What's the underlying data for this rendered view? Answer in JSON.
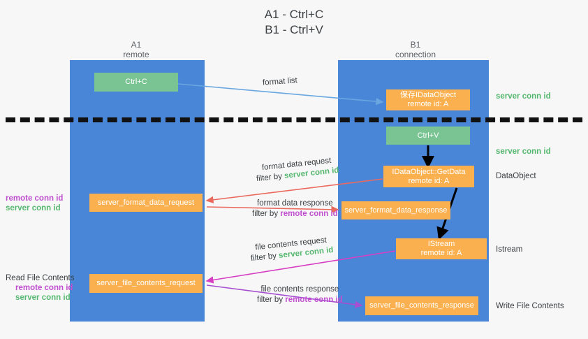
{
  "title": {
    "line1": "A1 - Ctrl+C",
    "line2": "B1 - Ctrl+V"
  },
  "columns": [
    {
      "id": "a1",
      "name": "A1",
      "role": "remote"
    },
    {
      "id": "b1",
      "name": "B1",
      "role": "connection"
    }
  ],
  "boxes": {
    "ctrl_c": "Ctrl+C",
    "ctrl_v": "Ctrl+V",
    "save_idataobject_line1": "保存IDataObject",
    "save_idataobject_line2": "remote id: A",
    "getdata_line1": "IDataObject::GetData",
    "getdata_line2": "remote id: A",
    "istream_line1": "IStream",
    "istream_line2": "remote id: A",
    "server_format_data_request": "server_format_data_request",
    "server_format_data_response": "server_format_data_response",
    "server_file_contents_request": "server_file_contents_request",
    "server_file_contents_response": "server_file_contents_response"
  },
  "edges": {
    "format_list": "format list",
    "format_data_request": "format data request",
    "format_data_response": "format data response",
    "file_contents_request": "file contents request",
    "file_contents_response": "file contents response",
    "filter_by": "filter by",
    "server_conn_id": "server conn id",
    "remote_conn_id": "remote conn id"
  },
  "annotations_right": {
    "server_conn_id_top": "server conn id",
    "server_conn_id_mid": "server conn id",
    "dataobject": "DataObject",
    "istream": "Istream",
    "write_file_contents": "Write File Contents"
  },
  "annotations_left": {
    "remote_conn_id": "remote conn id",
    "server_conn_id": "server conn id",
    "read_file_contents": "Read File Contents"
  },
  "colors": {
    "lane": "#4a86d8",
    "green_box": "#79c492",
    "orange_box": "#fbb04f",
    "server_conn_id": "#56b870",
    "remote_conn_id": "#c04fd0",
    "arrow_blue": "#6aa7e0",
    "arrow_red": "#ea6a5e",
    "arrow_magenta": "#d63fc4",
    "arrow_purple": "#a64fd0",
    "arrow_black": "#000000",
    "divider": "#111111",
    "background": "#f7f7f7"
  }
}
